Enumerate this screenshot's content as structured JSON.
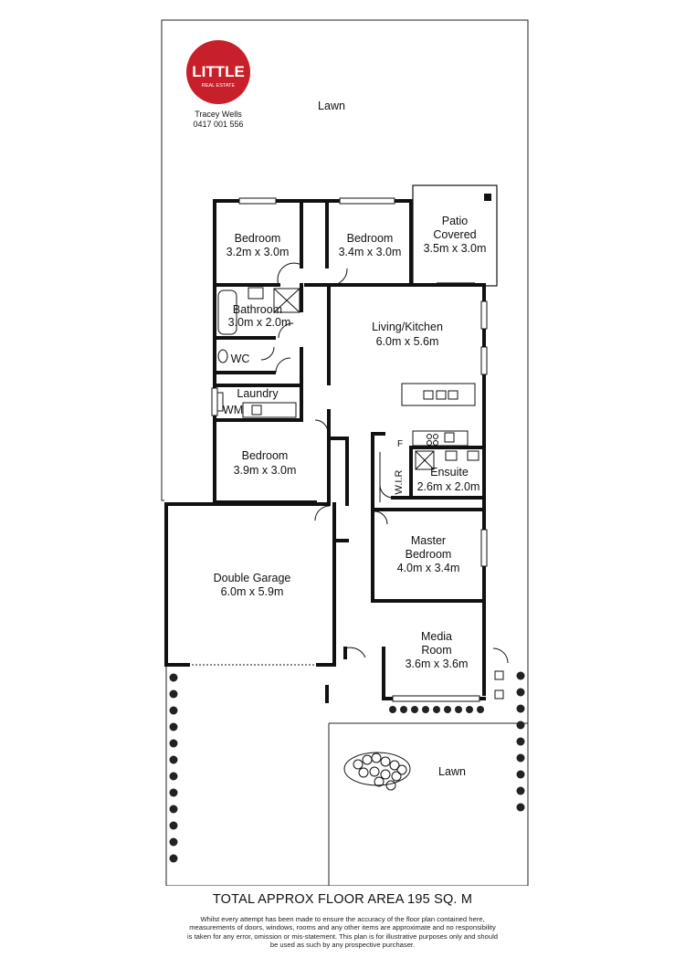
{
  "agency": {
    "logo_text": "LITTLE",
    "logo_subtext": "REAL ESTATE",
    "agent_name": "Tracey Wells",
    "agent_phone": "0417 001 556",
    "brand_color": "#c8202a"
  },
  "rooms": {
    "bedroom_1": {
      "name": "Bedroom",
      "size": "3.2m x 3.0m"
    },
    "bedroom_2": {
      "name": "Bedroom",
      "size": "3.4m x 3.0m"
    },
    "patio": {
      "name_line1": "Patio",
      "name_line2": "Covered",
      "size": "3.5m x 3.0m"
    },
    "bathroom": {
      "name": "Bathroom",
      "size": "3.0m x 2.0m"
    },
    "wc": {
      "name": "WC"
    },
    "laundry": {
      "name": "Laundry",
      "wm": "WM"
    },
    "living": {
      "name": "Living/Kitchen",
      "size": "6.0m x 5.6m"
    },
    "bedroom_3": {
      "name": "Bedroom",
      "size": "3.9m x 3.0m"
    },
    "fridge": {
      "label": "F"
    },
    "wir": {
      "label": "W.I.R"
    },
    "ensuite": {
      "name": "Ensuite",
      "size": "2.6m x 2.0m"
    },
    "master": {
      "name_line1": "Master",
      "name_line2": "Bedroom",
      "size": "4.0m x 3.4m"
    },
    "garage": {
      "name": "Double Garage",
      "size": "6.0m x 5.9m"
    },
    "media": {
      "name_line1": "Media",
      "name_line2": "Room",
      "size": "3.6m x 3.6m"
    }
  },
  "outdoor": {
    "lawn_rear": "Lawn",
    "lawn_front": "Lawn"
  },
  "footer": {
    "total_area": "TOTAL APPROX FLOOR AREA 195 SQ. M",
    "disclaimer_lines": [
      "Whilst every attempt has been made to ensure the accuracy of the floor plan contained here,",
      "measurements of doors, windows, rooms and any other items are approximate and no responsibility",
      "is taken for any error, omission or mis-statement. This plan is for illustrative purposes only and should",
      "be used as such by any prospective purchaser."
    ]
  }
}
